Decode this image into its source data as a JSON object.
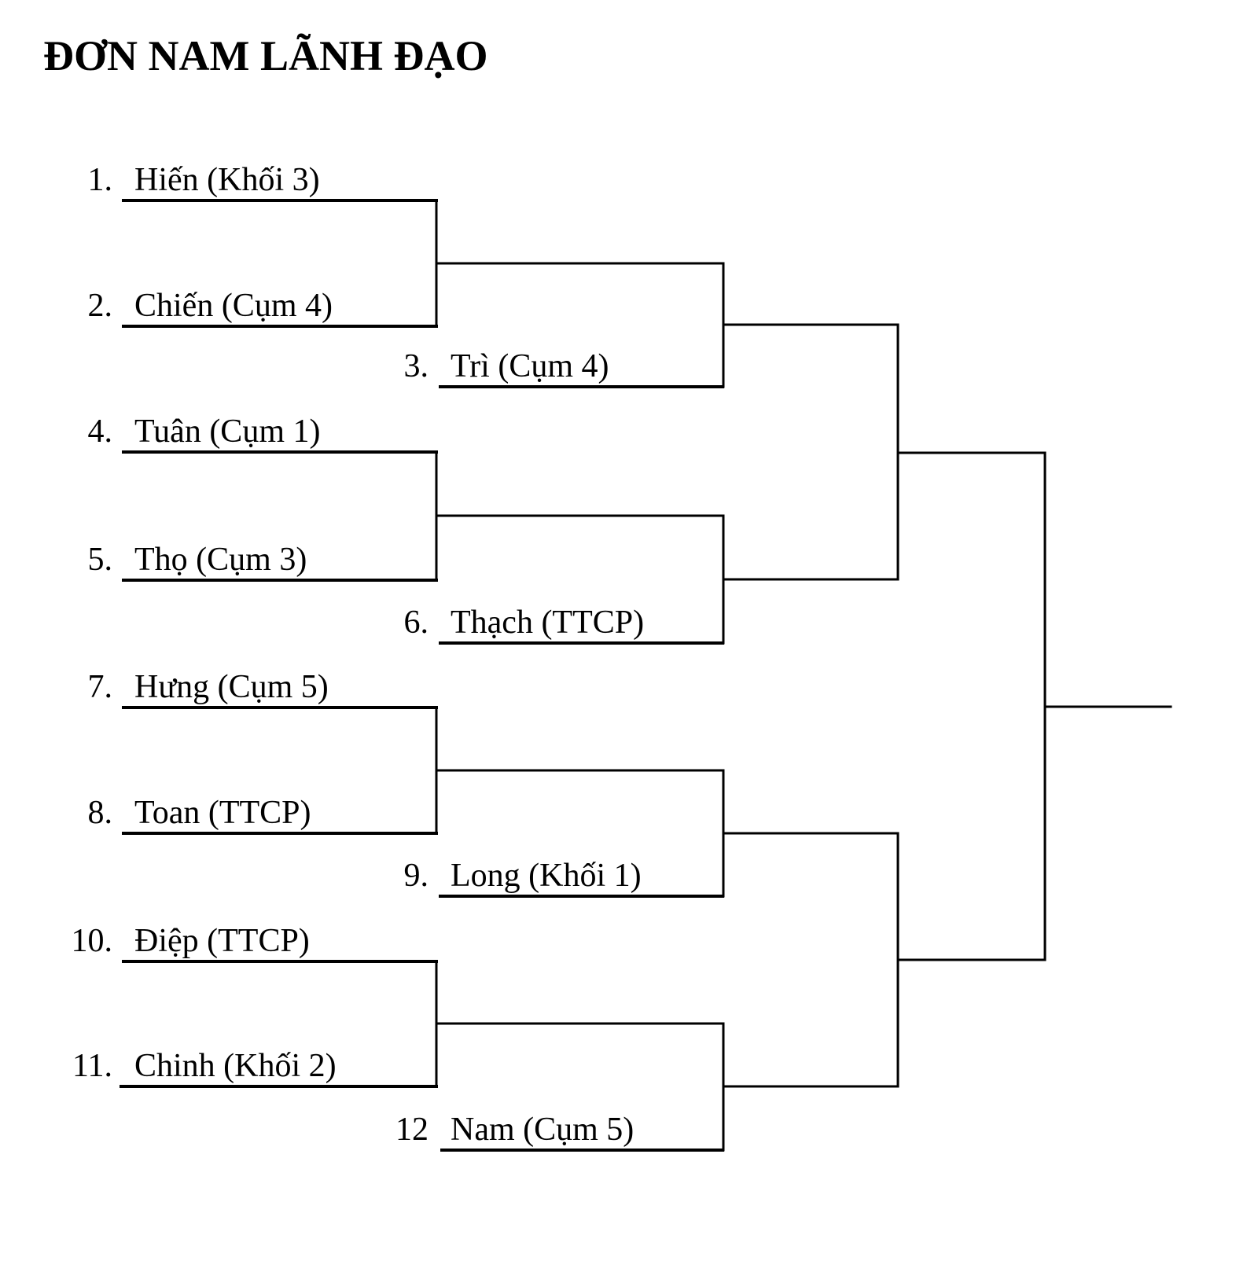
{
  "title": "ĐƠN NAM LÃNH ĐẠO",
  "bracket": {
    "type": "single-elimination",
    "player_count": 12,
    "entries": [
      {
        "seed": "1.",
        "name": "Hiến (Khối 3)",
        "enters": "round1"
      },
      {
        "seed": "2.",
        "name": "Chiến (Cụm 4)",
        "enters": "round1"
      },
      {
        "seed": "3.",
        "name": "Trì (Cụm 4)",
        "enters": "round2"
      },
      {
        "seed": "4.",
        "name": "Tuân (Cụm 1)",
        "enters": "round1"
      },
      {
        "seed": "5.",
        "name": "Thọ (Cụm 3)",
        "enters": "round1"
      },
      {
        "seed": "6.",
        "name": "Thạch (TTCP)",
        "enters": "round2"
      },
      {
        "seed": "7.",
        "name": "Hưng (Cụm 5)",
        "enters": "round1"
      },
      {
        "seed": "8.",
        "name": "Toan (TTCP)",
        "enters": "round1"
      },
      {
        "seed": "9.",
        "name": "Long (Khối 1)",
        "enters": "round2"
      },
      {
        "seed": "10.",
        "name": "Điệp (TTCP)",
        "enters": "round1"
      },
      {
        "seed": "11.",
        "name": "Chinh (Khối 2)",
        "enters": "round1"
      },
      {
        "seed": "12",
        "name": "Nam (Cụm 5)",
        "enters": "round2"
      }
    ],
    "round1_pairs": [
      [
        "1",
        "2"
      ],
      [
        "4",
        "5"
      ],
      [
        "7",
        "8"
      ],
      [
        "10",
        "11"
      ]
    ],
    "round2_pairs": [
      [
        "w(1-2)",
        "3"
      ],
      [
        "w(4-5)",
        "6"
      ],
      [
        "w(7-8)",
        "9"
      ],
      [
        "w(10-11)",
        "12"
      ]
    ],
    "line_color": "#000000"
  }
}
